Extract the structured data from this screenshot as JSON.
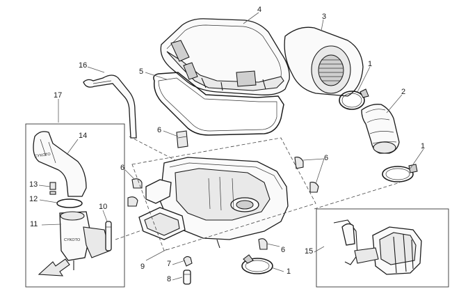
{
  "callouts": [
    {
      "id": "c1a",
      "text": "1"
    },
    {
      "id": "c1b",
      "text": "1"
    },
    {
      "id": "c1c",
      "text": "1"
    },
    {
      "id": "c2",
      "text": "2"
    },
    {
      "id": "c3",
      "text": "3"
    },
    {
      "id": "c4",
      "text": "4"
    },
    {
      "id": "c5",
      "text": "5"
    },
    {
      "id": "c6a",
      "text": "6"
    },
    {
      "id": "c6b",
      "text": "6"
    },
    {
      "id": "c6c",
      "text": "6"
    },
    {
      "id": "c6d",
      "text": "6"
    },
    {
      "id": "c7",
      "text": "7"
    },
    {
      "id": "c8",
      "text": "8"
    },
    {
      "id": "c9",
      "text": "9"
    },
    {
      "id": "c10",
      "text": "10"
    },
    {
      "id": "c11",
      "text": "11"
    },
    {
      "id": "c12",
      "text": "12"
    },
    {
      "id": "c13",
      "text": "13"
    },
    {
      "id": "c14",
      "text": "14"
    },
    {
      "id": "c15",
      "text": "15"
    },
    {
      "id": "c16",
      "text": "16"
    },
    {
      "id": "c17",
      "text": "17"
    }
  ],
  "embossed_text": {
    "label_a": "CYKOTO",
    "label_b": "CYKOTO"
  }
}
